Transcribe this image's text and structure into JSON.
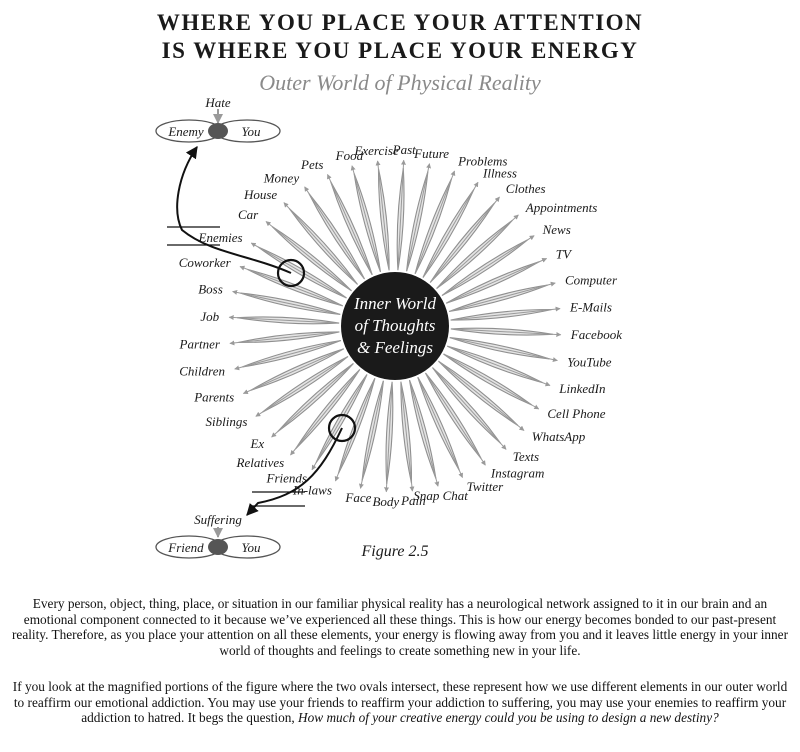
{
  "header": {
    "title_line1": "WHERE YOU PLACE YOUR ATTENTION",
    "title_line2": "IS WHERE YOU PLACE YOUR ENERGY",
    "subtitle": "Outer World of Physical Reality"
  },
  "center": {
    "line1": "Inner World",
    "line2": "of Thoughts",
    "line3": "& Feelings"
  },
  "rays": [
    "Past",
    "Future",
    "Problems",
    "Illness",
    "Clothes",
    "Appointments",
    "News",
    "TV",
    "Computer",
    "E-Mails",
    "Facebook",
    "YouTube",
    "LinkedIn",
    "Cell Phone",
    "WhatsApp",
    "Texts",
    "Instagram",
    "Twitter",
    "Snap Chat",
    "Pain",
    "Body",
    "Face",
    "In-laws",
    "Friends",
    "Relatives",
    "Ex",
    "Siblings",
    "Parents",
    "Children",
    "Partner",
    "Job",
    "Boss",
    "Coworker",
    "Enemies",
    "Car",
    "House",
    "Money",
    "Pets",
    "Food",
    "Exercise"
  ],
  "top_relation": {
    "emotion": "Hate",
    "left": "Enemy",
    "right": "You"
  },
  "bottom_relation": {
    "emotion": "Suffering",
    "left": "Friend",
    "right": "You"
  },
  "figure_caption": "Figure 2.5",
  "body": {
    "para1": "Every person, object, thing, place, or situation in our familiar physical reality has a neurological network assigned to it in our brain and an emotional component connected to it because we’ve experienced all these things. This is how our energy becomes bonded to our past-present reality. Therefore, as you place your attention on all these elements, your energy is flowing away from you and it leaves little energy in your inner world of thoughts and feelings to create something new in your life.",
    "para2_plain": "If you look at the magnified portions of the figure where the two ovals intersect, these represent how we use different elements in our outer world to reaffirm our emotional addiction. You may use your friends to reaffirm your addiction to suffering, you may use your enemies to reaffirm your addiction to hatred. It begs the question, ",
    "para2_italic": "How much of your creative energy could you be using to design a new destiny?"
  }
}
